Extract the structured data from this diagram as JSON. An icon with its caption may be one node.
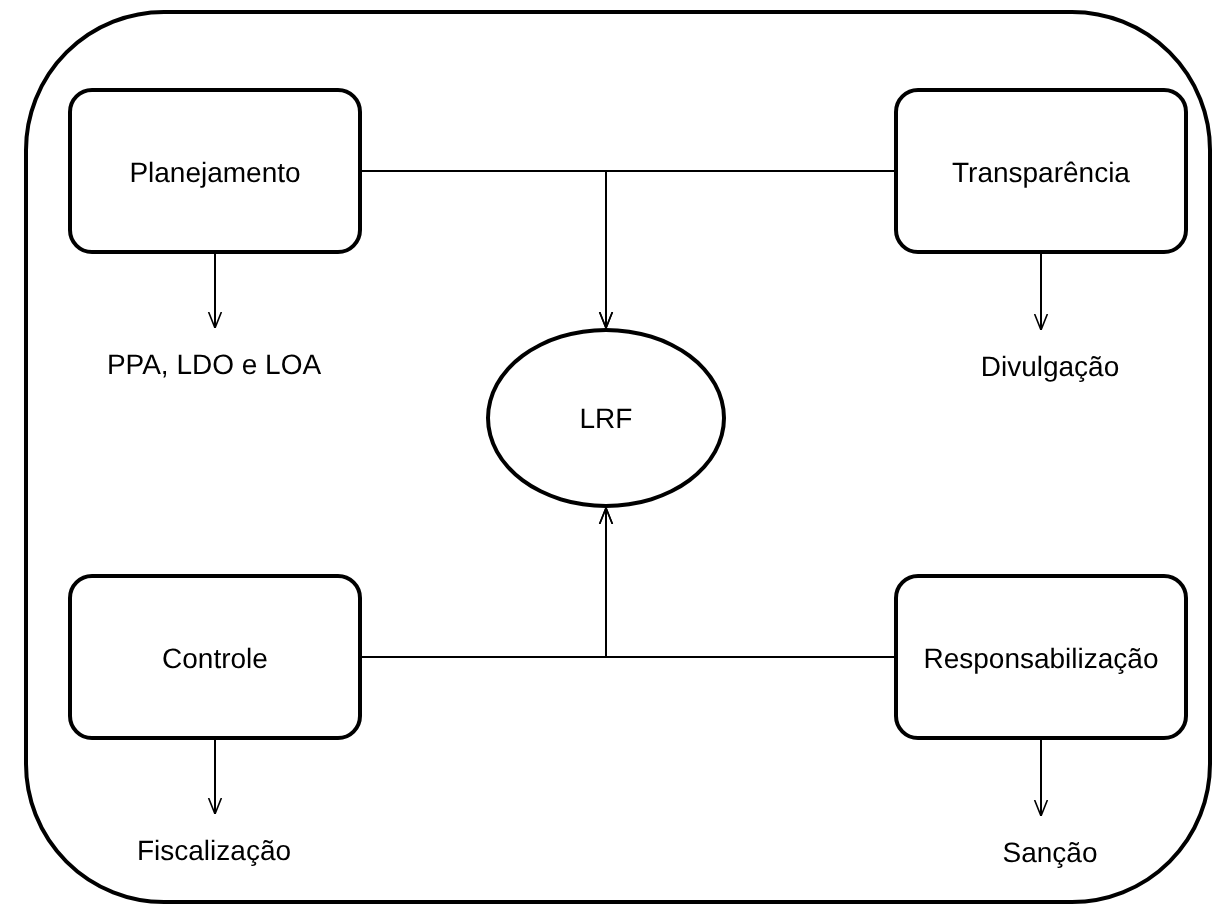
{
  "diagram": {
    "nodes": [
      {
        "text": [],
        "shape": "box"
      },
      {
        "text": [
          "Planejamento"
        ],
        "in": 0
      },
      {
        "text": [
          "Transparência"
        ],
        "in": 0
      },
      {
        "text": [
          "PPA, LDO e LOA"
        ],
        "in": 0
      },
      {
        "text": [
          "LRF"
        ],
        "in": 0
      },
      {
        "text": [
          "Divulgação"
        ],
        "in": 0
      },
      {
        "text": [
          "Controle"
        ],
        "in": 0
      },
      {
        "text": [
          "Responsabilização"
        ],
        "in": 0
      },
      {
        "text": [
          "Fiscalização"
        ],
        "in": 0
      },
      {
        "text": [
          "Sanção"
        ],
        "in": 0
      }
    ],
    "edges": [
      {
        "from": 1,
        "to": 4,
        "arrow": "to"
      },
      {
        "from": 2,
        "to": 4,
        "arrow": "to"
      },
      {
        "from": 6,
        "to": 4,
        "arrow": "to"
      },
      {
        "from": 7,
        "to": 4,
        "arrow": "to"
      },
      {
        "from": 1,
        "to": 3,
        "arrow": "to"
      },
      {
        "from": 2,
        "to": 5,
        "arrow": "to"
      },
      {
        "from": 6,
        "to": 8,
        "arrow": "to"
      },
      {
        "from": 7,
        "to": 9,
        "arrow": "to"
      }
    ]
  }
}
